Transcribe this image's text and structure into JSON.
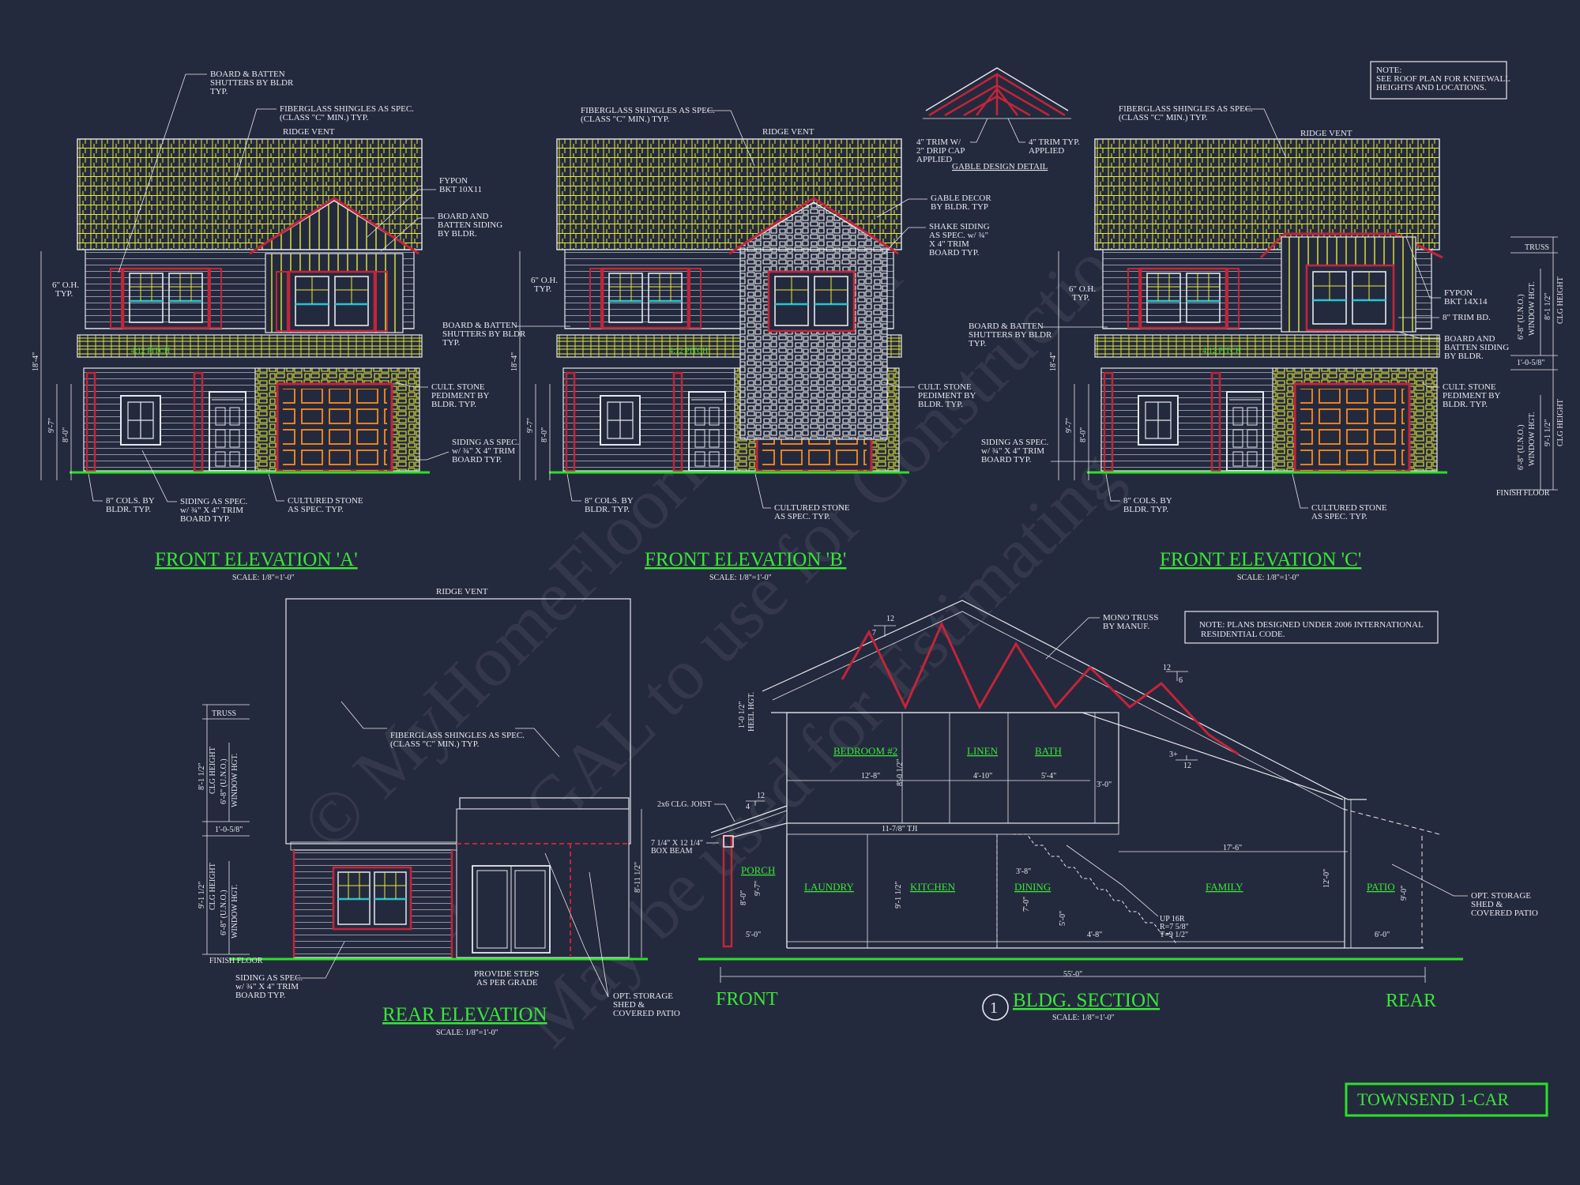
{
  "elevation_a": {
    "title": "FRONT ELEVATION 'A'",
    "scale": "SCALE: 1/8\"=1'-0\"",
    "notes": {
      "shutters": [
        "BOARD & BATTEN",
        "SHUTTERS BY BLDR",
        "TYP."
      ],
      "shingles": [
        "FIBERGLASS SHINGLES AS SPEC.",
        "(CLASS \"C\" MIN.) TYP."
      ],
      "ridge": "RIDGE VENT",
      "fypon": [
        "FYPON",
        "BKT 10X11"
      ],
      "bb_siding": [
        "BOARD AND",
        "BATTEN SIDING",
        "BY BLDR."
      ],
      "oh": [
        "6\" O.H.",
        "TYP."
      ],
      "pitch": "4:12 PITCH",
      "stone_ped": [
        "CULT. STONE",
        "PEDIMENT BY",
        "BLDR. TYP."
      ],
      "siding": [
        "SIDING AS SPEC.",
        "w/ ¾\" X 4\" TRIM",
        "BOARD TYP."
      ],
      "cols": [
        "8\" COLS. BY",
        "BLDR. TYP."
      ],
      "siding2": [
        "SIDING AS SPEC.",
        "w/ ¾\" X 4\" TRIM",
        "BOARD TYP."
      ],
      "cultured": [
        "CULTURED STONE",
        "AS SPEC. TYP."
      ],
      "dims": [
        "18'-4\"",
        "9'-7\"",
        "8'-0\""
      ]
    }
  },
  "elevation_b": {
    "title": "FRONT ELEVATION 'B'",
    "scale": "SCALE: 1/8\"=1'-0\"",
    "notes": {
      "shingles": [
        "FIBERGLASS SHINGLES AS SPEC.",
        "(CLASS \"C\" MIN.) TYP."
      ],
      "ridge": "RIDGE VENT",
      "gable_decor": [
        "GABLE DECOR",
        "BY BLDR. TYP"
      ],
      "shake": [
        "SHAKE SIDING",
        "AS SPEC. w/ ¾\"",
        "X 4\" TRIM",
        "BOARD TYP."
      ],
      "oh": [
        "6\" O.H.",
        "TYP."
      ],
      "shutters": [
        "BOARD & BATTEN",
        "SHUTTERS BY BLDR",
        "TYP."
      ],
      "pitch": "4:12 PITCH",
      "stone_ped": [
        "CULT. STONE",
        "PEDIMENT BY",
        "BLDR. TYP."
      ],
      "cols": [
        "8\" COLS. BY",
        "BLDR. TYP."
      ],
      "cultured": [
        "CULTURED STONE",
        "AS SPEC. TYP."
      ],
      "dims": [
        "18'-4\"",
        "9'-7\"",
        "8'-0\""
      ]
    }
  },
  "elevation_c": {
    "title": "FRONT ELEVATION 'C'",
    "scale": "SCALE: 1/8\"=1'-0\"",
    "notes": {
      "shingles": [
        "FIBERGLASS SHINGLES AS SPEC.",
        "(CLASS \"C\" MIN.) TYP."
      ],
      "ridge": "RIDGE VENT",
      "oh": [
        "6\" O.H.",
        "TYP."
      ],
      "shutters": [
        "BOARD & BATTEN",
        "SHUTTERS BY BLDR",
        "TYP."
      ],
      "pitch": "4:12 PITCH",
      "siding": [
        "SIDING AS SPEC.",
        "w/ ¾\" X 4\" TRIM",
        "BOARD TYP."
      ],
      "fypon": [
        "FYPON",
        "BKT 14X14"
      ],
      "trim": "8\" TRIM BD.",
      "bb_siding": [
        "BOARD AND",
        "BATTEN SIDING",
        "BY BLDR."
      ],
      "stone_ped": [
        "CULT. STONE",
        "PEDIMENT BY",
        "BLDR. TYP."
      ],
      "cols": [
        "8\" COLS. BY",
        "BLDR. TYP."
      ],
      "cultured": [
        "CULTURED STONE",
        "AS SPEC. TYP."
      ],
      "dims": [
        "18'-4\"",
        "9'-7\"",
        "8'-0\""
      ]
    }
  },
  "gable_detail": {
    "label": "GABLE DESIGN DETAIL",
    "left": [
      "4\" TRIM W/",
      "2\" DRIP CAP",
      "APPLIED"
    ],
    "right": [
      "4\" TRIM TYP.",
      "APPLIED"
    ]
  },
  "note_top": [
    "NOTE:",
    "SEE ROOF PLAN FOR KNEEWALL",
    "HEIGHTS AND LOCATIONS."
  ],
  "right_dims": {
    "truss": "TRUSS",
    "upper": [
      "6'-8\" (U.N.O.)",
      "WINDOW HGT.",
      "8'-1 1/2\"",
      "CLG HEIGHT"
    ],
    "between": "1'-0-5/8\"",
    "lower": [
      "6'-8\" (U.N.O.)",
      "WINDOW HGT.",
      "9'-1 1/2\"",
      "CLG HEIGHT"
    ],
    "finish": "FINISH FLOOR"
  },
  "rear": {
    "title": "REAR ELEVATION",
    "scale": "SCALE: 1/8\"=1'-0\"",
    "ridge": "RIDGE VENT",
    "shingles": [
      "FIBERGLASS SHINGLES AS SPEC.",
      "(CLASS \"C\" MIN.) TYP."
    ],
    "truss": "TRUSS",
    "upper_dims": [
      "8'-1 1/2\"",
      "CLG HEIGHT",
      "6'-8\" (U.N.O.)",
      "WINDOW HGT."
    ],
    "mid": "1'-0-5/8\"",
    "lower_dims": [
      "9'-1 1/2\"",
      "CLG HEIGHT",
      "6'-8\" (U.N.O.)",
      "WINDOW HGT."
    ],
    "finish": "FINISH FLOOR",
    "siding": [
      "SIDING AS SPEC.",
      "w/ ¾\" X 4\" TRIM",
      "BOARD TYP."
    ],
    "steps": [
      "PROVIDE STEPS",
      "AS PER GRADE"
    ],
    "shed": [
      "OPT. STORAGE",
      "SHED &",
      "COVERED PATIO"
    ],
    "dim_right": "8'-11 1/2\""
  },
  "section": {
    "title": "BLDG. SECTION",
    "number": "1",
    "scale": "SCALE: 1/8\"=1'-0\"",
    "front": "FRONT",
    "rear": "REAR",
    "truss": [
      "MONO TRUSS",
      "BY MANUF."
    ],
    "code_note": [
      "NOTE: PLANS DESIGNED UNDER 2006 INTERNATIONAL",
      "RESIDENTIAL CODE."
    ],
    "rooms_upper": [
      "BEDROOM #2",
      "LINEN",
      "BATH"
    ],
    "rooms_lower": [
      "PORCH",
      "LAUNDRY",
      "KITCHEN",
      "DINING",
      "FAMILY",
      "PATIO"
    ],
    "dims": [
      "12'-8\"",
      "4'-10\"",
      "5'-4\"",
      "3'-0\"",
      "11-7/8\" TJI",
      "17'-6\"",
      "3'-8\"",
      "4'-8\"",
      "6'-0\"",
      "5'-0\"",
      "55'-0\"",
      "8'-0 1/2\"",
      "9'-1 1/2\"",
      "12'-0\"",
      "7'-0\"",
      "5'-0\"",
      "9'-0\"",
      "9'-7\"",
      "8'-0\""
    ],
    "heel": [
      "1'-0 1/2\"",
      "HEEL HGT."
    ],
    "joist": "2x6 CLG. JOIST",
    "beam": [
      "7 1/4\" X 12 1/4\"",
      "BOX BEAM"
    ],
    "stair": [
      "UP 16R",
      "R=7 5/8\"",
      "T=9 1/2\""
    ],
    "shed": [
      "OPT. STORAGE",
      "SHED &",
      "COVERED PATIO"
    ],
    "pitch_a": [
      "12",
      "7"
    ],
    "pitch_b": [
      "12",
      "6"
    ],
    "pitch_c": [
      "3+",
      "12"
    ],
    "pitch_d": [
      "12",
      "4"
    ]
  },
  "plan_name": "TOWNSEND 1-CAR",
  "watermark": [
    "© MyHomeFloorPlans.com",
    "ILLEGAL to use for Construction",
    "May be used for Estimating"
  ]
}
